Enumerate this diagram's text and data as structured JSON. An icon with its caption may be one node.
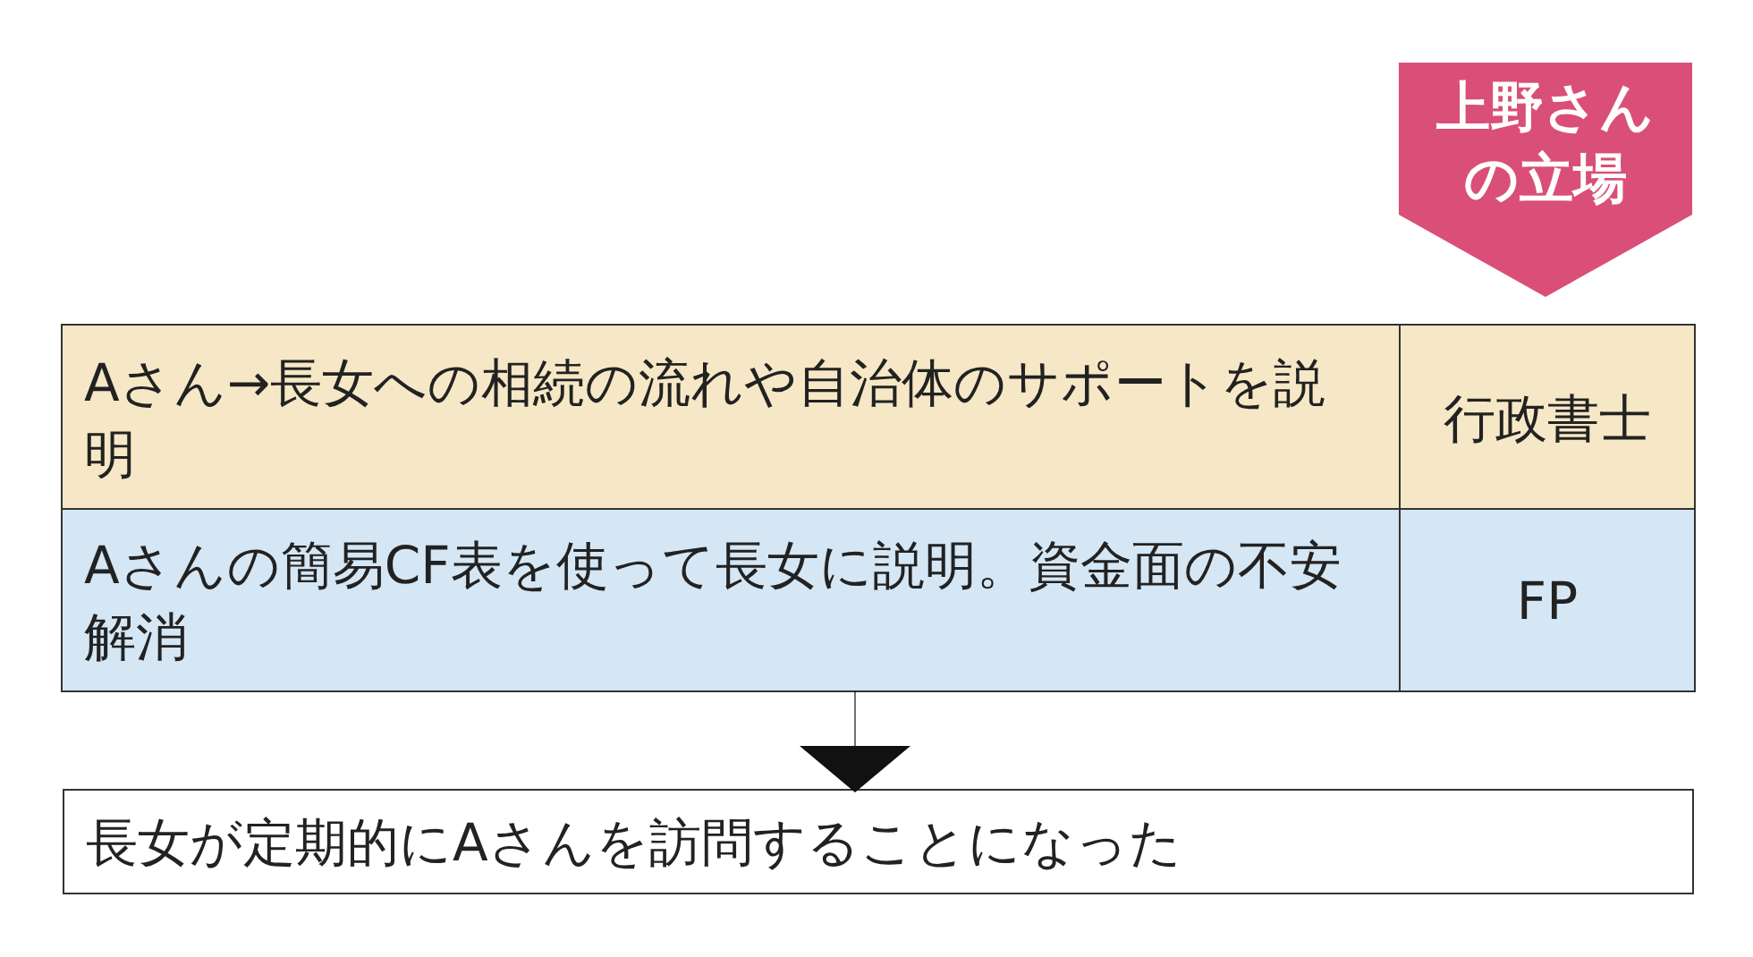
{
  "diagram": {
    "nodes": [
      {
        "text": [
          "上野さんの立場"
        ]
      },
      {
        "text": [],
        "shape": "box"
      },
      {
        "text": [
          "Aさん→長女への相続の流れや自治体のサポートを説明"
        ],
        "in": 1
      },
      {
        "text": [
          "行政書士"
        ],
        "in": 1
      },
      {
        "text": [
          "Aさんの簡易CF表を使って長女に説明。資金面の不安解消"
        ],
        "in": 1
      },
      {
        "text": [
          "FP"
        ],
        "in": 1
      },
      {
        "text": [
          "長女が定期的にAさんを訪問することになった"
        ]
      }
    ],
    "edges": [
      {
        "from": 1,
        "to": 6,
        "arrow": "to"
      }
    ]
  }
}
